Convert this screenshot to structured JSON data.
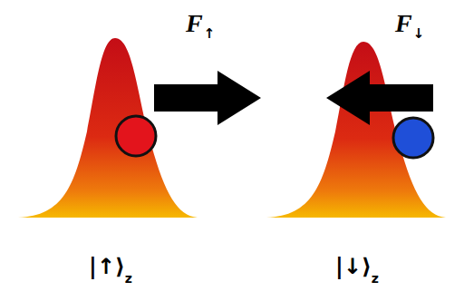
{
  "diagram": {
    "labels": [
      "F",
      "↑",
      "F",
      "↓",
      "|↑⟩",
      "z",
      "|↓⟩",
      "z"
    ]
  }
}
